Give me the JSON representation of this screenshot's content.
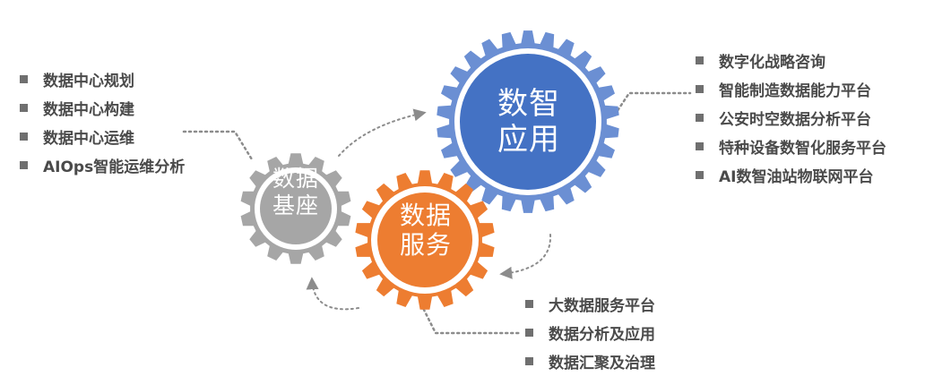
{
  "gears": {
    "app": {
      "line1": "数智",
      "line2": "应用",
      "color": "#4472c4",
      "ring_color": "#6b8fd3"
    },
    "base": {
      "line1": "数据",
      "line2": "基座",
      "color": "#a6a6a6",
      "ring_color": "#a6a6a6"
    },
    "service": {
      "line1": "数据",
      "line2": "服务",
      "color": "#ed7d31",
      "ring_color": "#ed7d31"
    }
  },
  "lists": {
    "base_items": [
      "数据中心规划",
      "数据中心构建",
      "数据中心运维",
      "AIOps智能运维分析"
    ],
    "app_items": [
      "数字化战略咨询",
      "智能制造数据能力平台",
      "公安时空数据分析平台",
      "特种设备数智化服务平台",
      "AI数智油站物联网平台"
    ],
    "service_items": [
      "大数据服务平台",
      "数据分析及应用",
      "数据汇聚及治理"
    ]
  },
  "colors": {
    "text": "#4a4a4a",
    "bullet": "#6f6f6f",
    "connector": "#8c8c8c"
  },
  "icons": {
    "bullet": "square-bullet-icon",
    "gear": "gear-icon"
  }
}
